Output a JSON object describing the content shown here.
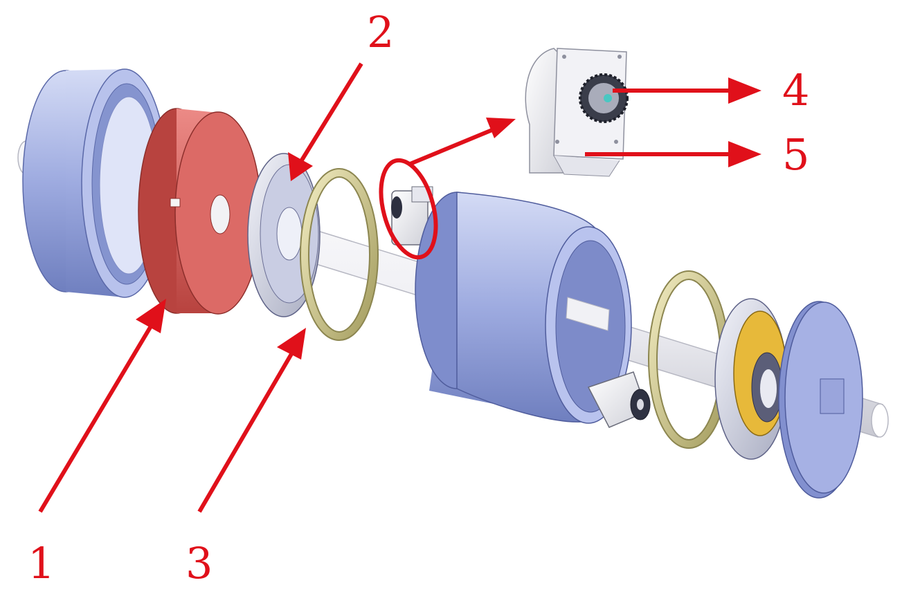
{
  "callouts": {
    "c1": "1",
    "c2": "2",
    "c3": "3",
    "c4": "4",
    "c5": "5"
  },
  "colors": {
    "annotation": "#e0101a",
    "housing_blue": "#9aa8e0",
    "rotor_red": "#d9625f",
    "ring_gold": "#c8c08a",
    "bearing_plate_yellow": "#e7b93a",
    "shaft_white": "#f4f4f6"
  },
  "components": [
    "end-cover-left",
    "rotor-disc",
    "bearing-plate",
    "thrust-ring-left",
    "motor-module",
    "main-housing",
    "thrust-ring-right",
    "motor-module-right",
    "bearing-plate-right",
    "end-cover-right",
    "shaft"
  ],
  "detail_view": [
    "gear-wheel",
    "motor-bracket"
  ]
}
